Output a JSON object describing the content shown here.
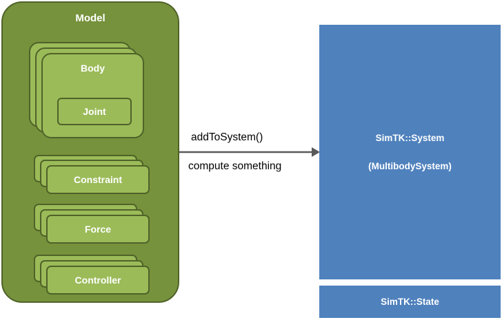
{
  "model": {
    "title": "Model",
    "body_label": "Body",
    "joint_label": "Joint",
    "constraint_label": "Constraint",
    "force_label": "Force",
    "controller_label": "Controller"
  },
  "arrow": {
    "label_top": "addToSystem()",
    "label_bottom": "compute something"
  },
  "simtk": {
    "system_label": "SimTK::System",
    "system_sub_label": "(MultibodySystem)",
    "state_label": "SimTK::State"
  },
  "colors": {
    "model_fill": "#76923c",
    "card_fill": "#9bbb59",
    "border_dark_green": "#4f6228",
    "simtk_blue": "#4f81bd"
  }
}
